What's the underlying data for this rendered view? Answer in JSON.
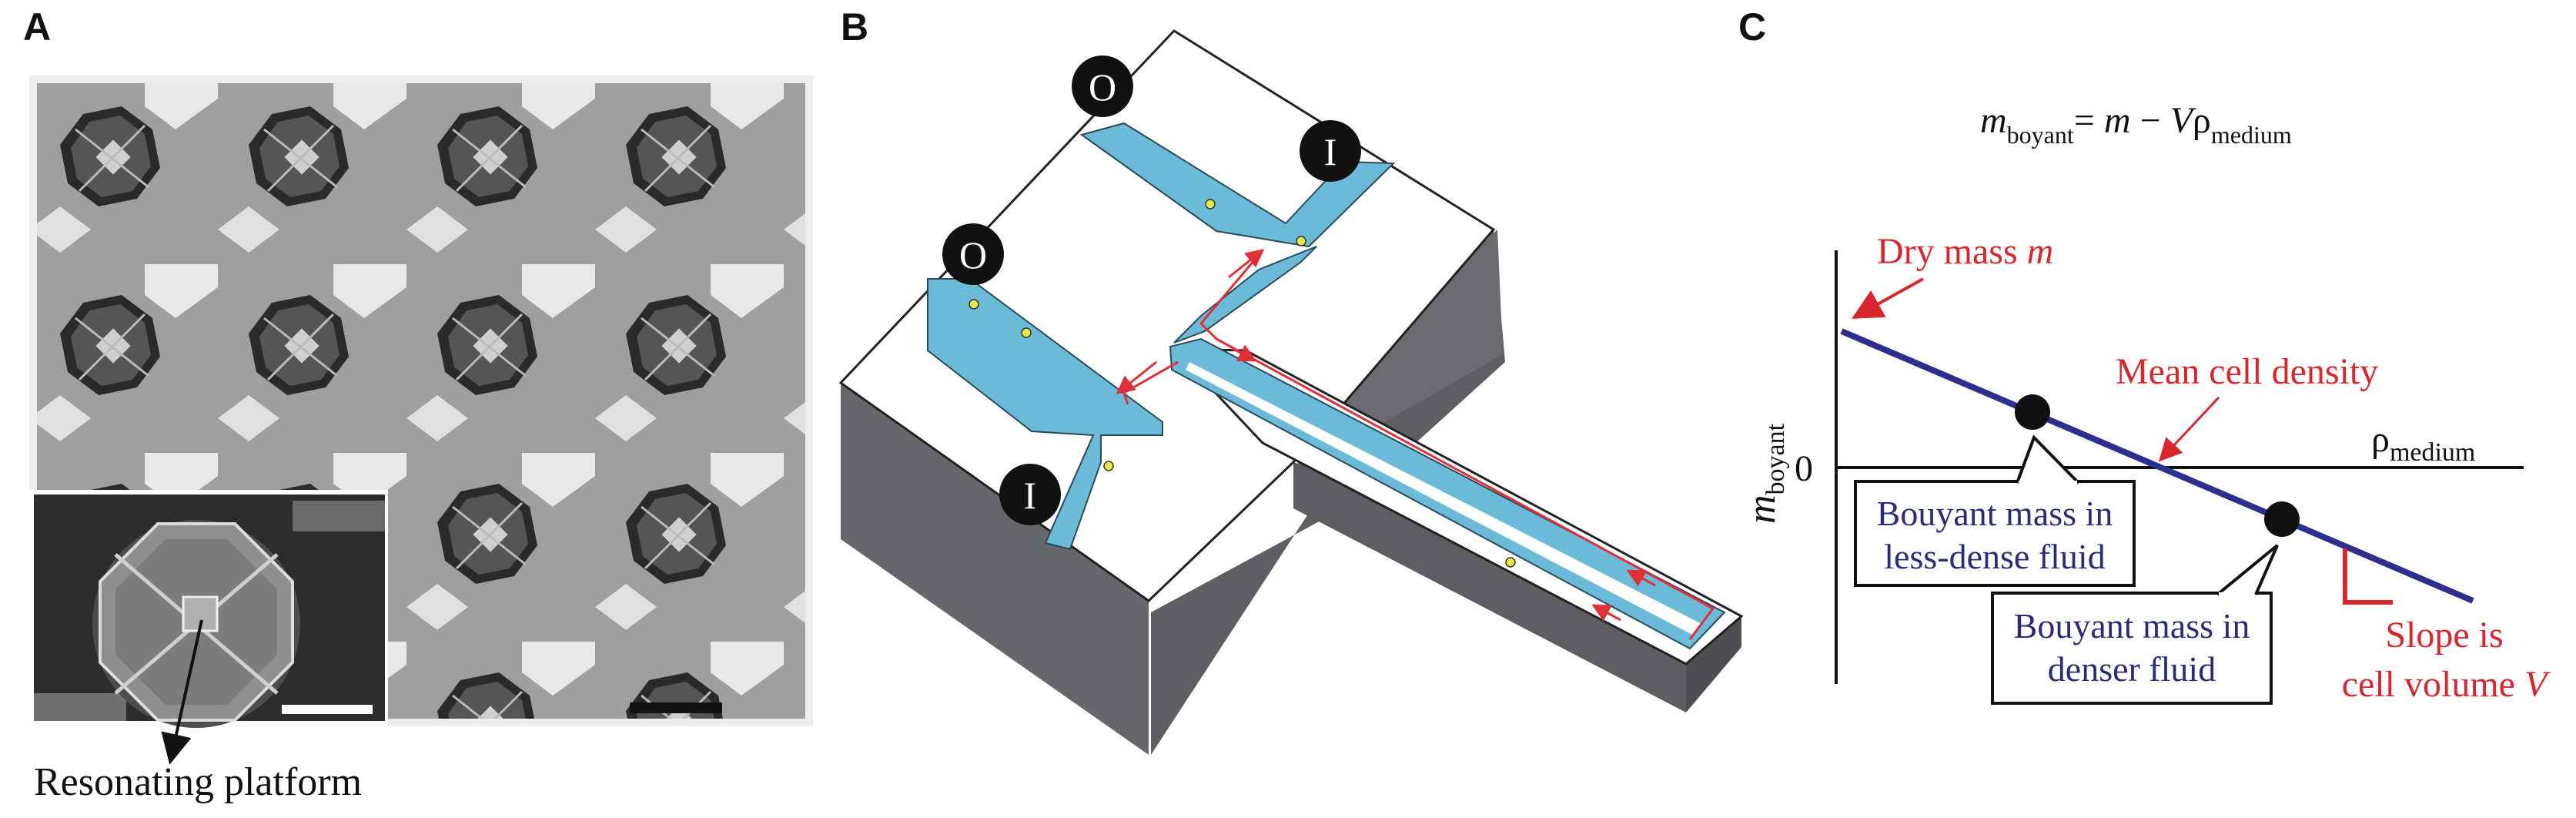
{
  "panels": {
    "A": {
      "letter": "A",
      "inset_label": "Resonating platform"
    },
    "B": {
      "letter": "B",
      "port_outlet_1": "O",
      "port_inlet_1": "I",
      "port_outlet_2": "O",
      "port_inlet_2": "I"
    },
    "C": {
      "letter": "C",
      "equation": {
        "lhs_var": "m",
        "lhs_sub": "boyant",
        "eq": "= ",
        "rhs_m": "m",
        "minus": " − ",
        "rhs_v": "V",
        "rho": "ρ",
        "rho_sub": "medium"
      },
      "y_axis": {
        "var": "m",
        "sub": "boyant"
      },
      "zero_label": "0",
      "x_label": {
        "rho": "ρ",
        "sub": "medium"
      },
      "dry_mass": {
        "text": "Dry mass ",
        "var": "m"
      },
      "mean_density": "Mean cell density",
      "callout_less": {
        "line1": "Bouyant mass in",
        "line2": "less-dense fluid"
      },
      "callout_denser": {
        "line1": "Bouyant mass in",
        "line2": "denser fluid"
      },
      "slope": {
        "line1": "Slope is",
        "line2": "cell volume ",
        "var": "V"
      }
    }
  },
  "colors": {
    "channel": "#6bbbd8",
    "flow_arrow": "#e0303a",
    "line": "#2e2e8e",
    "red": "#d8262e"
  }
}
